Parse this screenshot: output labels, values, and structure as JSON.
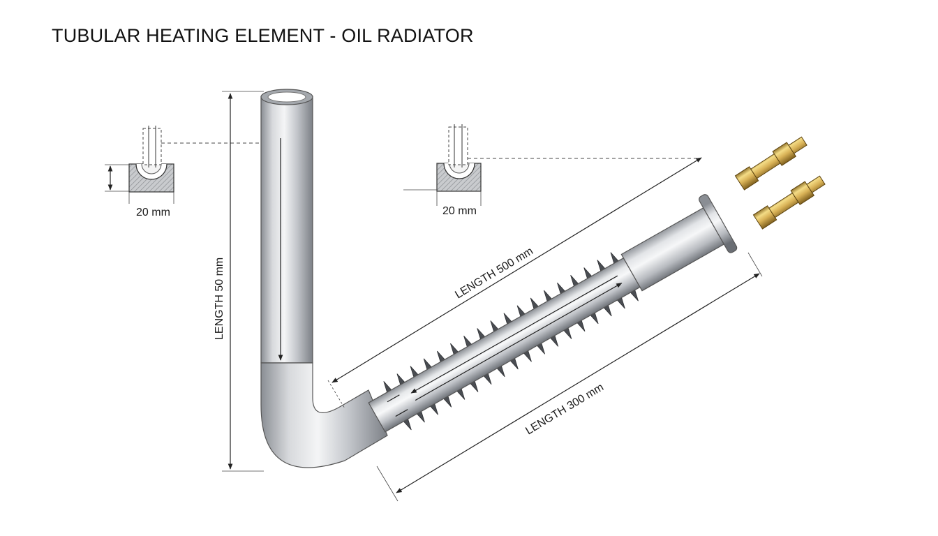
{
  "title": "TUBULAR HEATING ELEMENT - OIL RADIATOR",
  "dimensions": {
    "vertical_length": "LENGTH 50 mm",
    "diagonal_length": "LENGTH 500 mm",
    "finned_length": "LENGTH 300 mm",
    "left_section_width": "20 mm",
    "right_section_width": "20 mm"
  },
  "colors": {
    "tube_light": "#f2f3f5",
    "tube_mid": "#c4c7cc",
    "tube_dark": "#7d8187",
    "brass_light": "#f4dc86",
    "brass_mid": "#c9a043",
    "brass_dark": "#7a5a16",
    "line": "#222222"
  },
  "icons": [
    "brass-terminal-nut",
    "cross-section-u-channel",
    "dimension-arrow"
  ]
}
